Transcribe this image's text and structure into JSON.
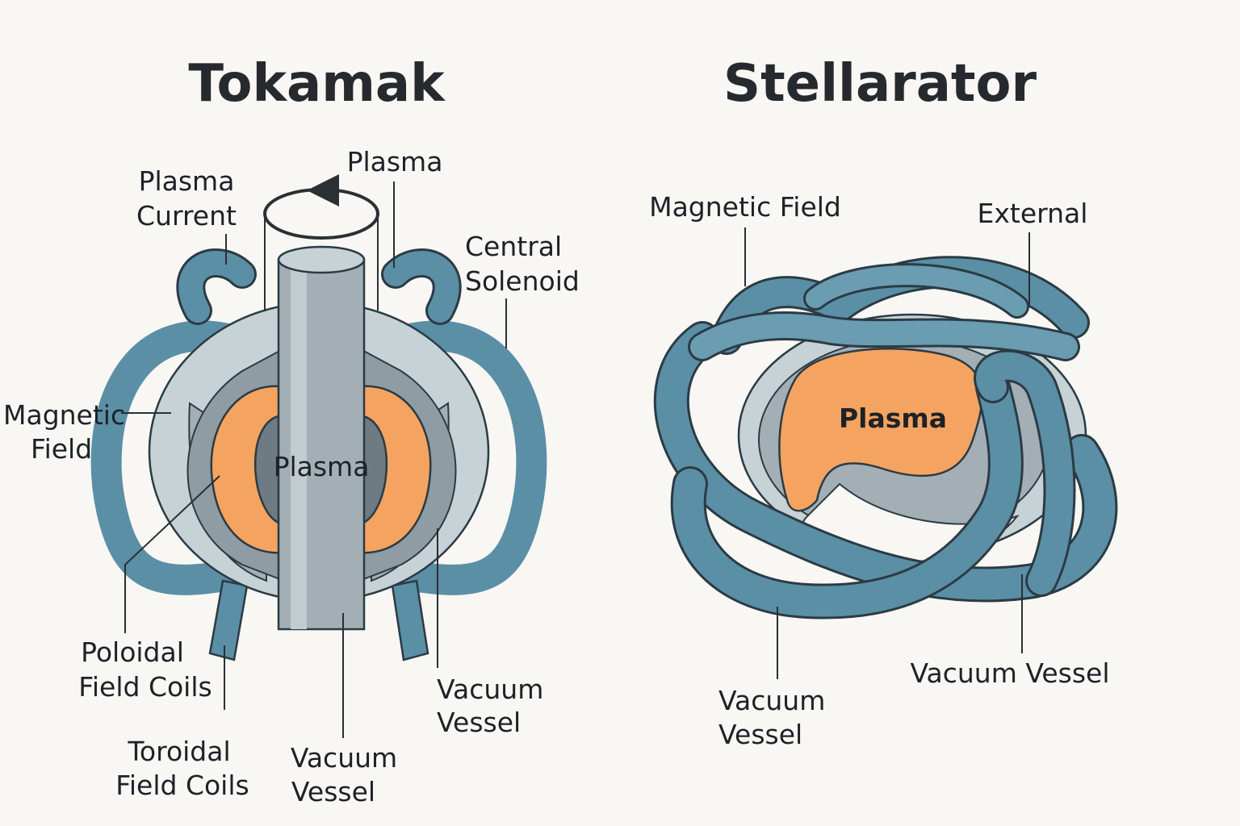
{
  "tokamak": {
    "title": "Tokamak",
    "labels": {
      "plasma_top": "Plasma",
      "plasma_current": [
        "Plasma",
        "Current"
      ],
      "central_solenoid": [
        "Central",
        "Solenoid"
      ],
      "magnetic_field": [
        "Magnetic",
        "Field"
      ],
      "plasma_center": "Plasma",
      "poloidal_field_coils": [
        "Poloidal",
        "Field Coils"
      ],
      "toroidal_field_coils": [
        "Toroidal",
        "Field Coils"
      ],
      "vacuum_vessel_center": [
        "Vacuum",
        "Vessel"
      ],
      "vacuum_vessel_right": [
        "Vacuum",
        "Vessel"
      ]
    }
  },
  "stellarator": {
    "title": "Stellarator",
    "labels": {
      "magnetic_field": "Magnetic Field",
      "external": "External",
      "plasma": "Plasma",
      "vacuum_vessel_left": [
        "Vacuum",
        "Vessel"
      ],
      "vacuum_vessel_right": "Vacuum Vessel"
    }
  },
  "colors": {
    "background": "#f8f7f4",
    "coil": "#5b8fa6",
    "coil_dark": "#3f6f86",
    "vessel_light": "#c7d2d6",
    "vessel_mid": "#a3afb5",
    "vessel_dark": "#7f8c93",
    "plasma": "#f4a460",
    "text": "#1d2227"
  }
}
